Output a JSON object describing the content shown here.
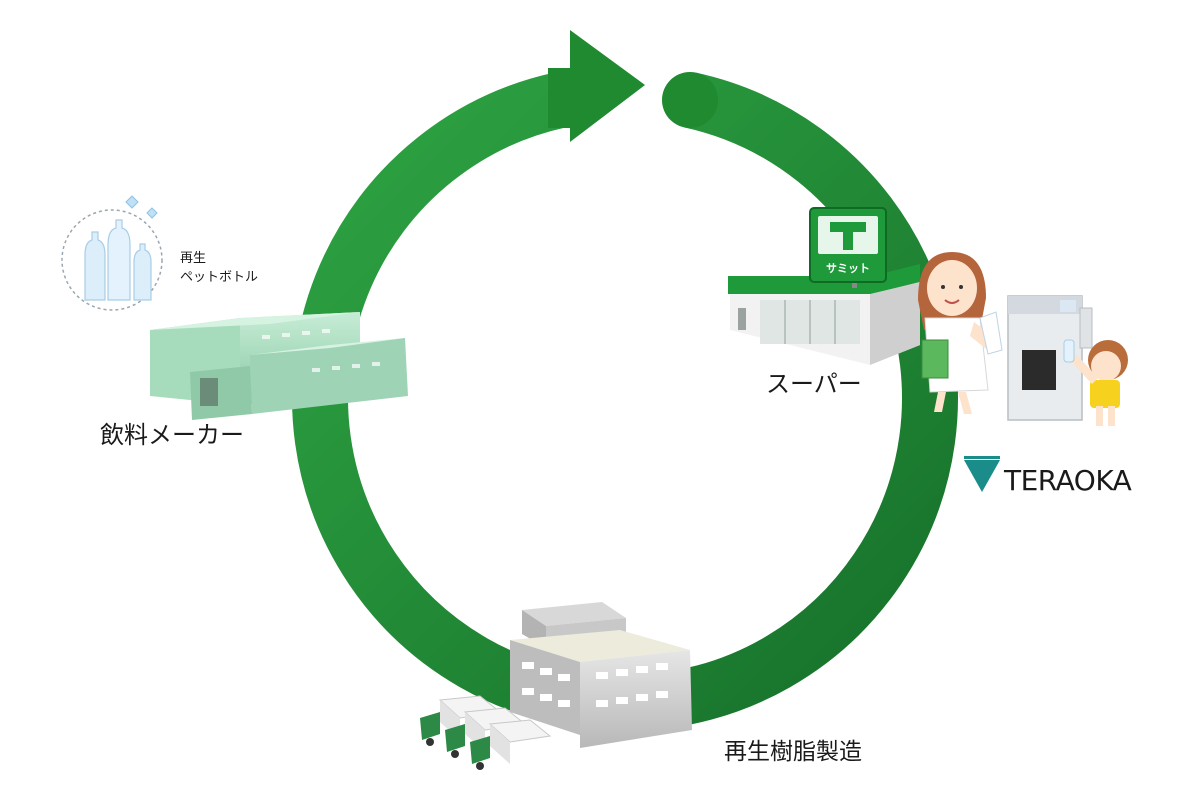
{
  "colors": {
    "arrow_green": "#1f8a30",
    "store_green": "#1e9a3a",
    "factory_green": "#9fd8b8",
    "teraoka_teal": "#1a8c8a"
  },
  "nodes": {
    "beverage_maker": {
      "label": "飲料メーカー",
      "icon": "green-factory-icon"
    },
    "supermarket": {
      "label": "スーパー",
      "icon": "supermarket-building-icon",
      "sign_text": "サミット"
    },
    "resin_plant": {
      "label": "再生樹脂製造",
      "icon": "recycling-plant-icon"
    }
  },
  "recycled_bottles": {
    "line1": "再生",
    "line2": "ペットボトル",
    "icon": "pet-bottle-icon"
  },
  "logo": {
    "text": "TERAOKA",
    "icon": "teraoka-logo-icon"
  }
}
